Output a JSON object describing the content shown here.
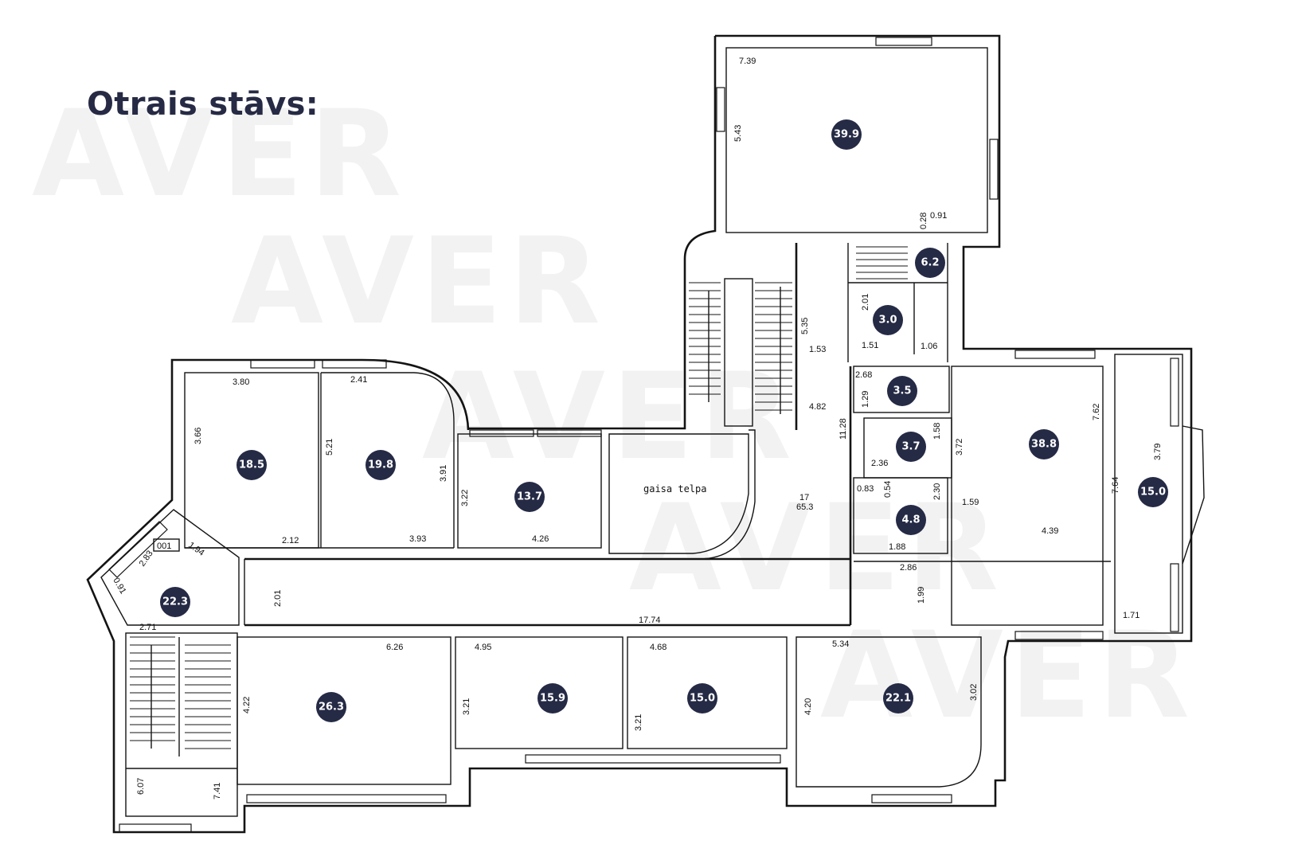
{
  "title": "Otrais stāvs:",
  "watermark": "AVER",
  "colors": {
    "badge": "#252a45",
    "badge_text": "#ffffff",
    "walls": "#141414",
    "title": "#262a44",
    "watermark": "#f2f2f2"
  },
  "air_space_label": "gaisa telpa",
  "door_tag": "001",
  "corridor_number": "17",
  "corridor_area": "65.3",
  "rooms": [
    {
      "area": "39.9"
    },
    {
      "area": "6.2"
    },
    {
      "area": "3.0"
    },
    {
      "area": "3.5"
    },
    {
      "area": "38.8"
    },
    {
      "area": "3.7"
    },
    {
      "area": "4.8"
    },
    {
      "area": "15.0"
    },
    {
      "area": "18.5"
    },
    {
      "area": "19.8"
    },
    {
      "area": "13.7"
    },
    {
      "area": "22.3"
    },
    {
      "area": "26.3"
    },
    {
      "area": "15.9"
    },
    {
      "area": "15.0"
    },
    {
      "area": "22.1"
    }
  ],
  "dimensions": [
    "7.39",
    "5.43",
    "0.28",
    "0.91",
    "5.35",
    "1.53",
    "2.01",
    "1.51",
    "1.06",
    "2.68",
    "1.29",
    "4.82",
    "11.28",
    "1.58",
    "2.36",
    "3.72",
    "0.83",
    "0.54",
    "2.30",
    "1.88",
    "1.59",
    "2.86",
    "1.99",
    "7.62",
    "7.64",
    "3.79",
    "4.39",
    "1.71",
    "3.80",
    "3.66",
    "2.41",
    "5.21",
    "3.91",
    "3.22",
    "4.26",
    "2.12",
    "3.93",
    "1.94",
    "2.83",
    "0.91",
    "2.71",
    "2.01",
    "17.74",
    "6.26",
    "4.95",
    "4.68",
    "5.34",
    "4.22",
    "3.21",
    "3.21",
    "4.20",
    "3.02",
    "6.07",
    "7.41"
  ]
}
